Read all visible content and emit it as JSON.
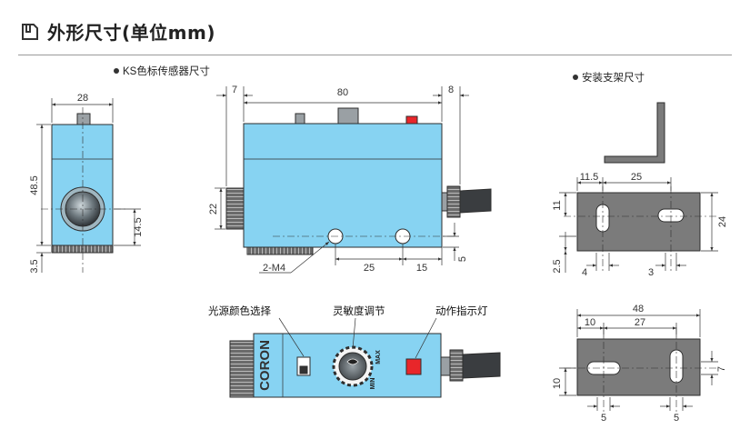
{
  "page": {
    "title": "外形尺寸(单位mm)",
    "sensor_caption": "KS色标传感器尺寸",
    "bracket_caption": "安装支架尺寸"
  },
  "colors": {
    "body": "#87d3f2",
    "body_stroke": "#2e2e2e",
    "bracket_face": "#7b7b7b",
    "led_red": "#e8262a",
    "dim_line": "#333333"
  },
  "icons": [
    "document-icon"
  ],
  "sensor_front": {
    "width": "28",
    "height": "48.5",
    "lens_offset": "14.5",
    "base": "3.5"
  },
  "sensor_side": {
    "dim_left": "7",
    "dim_total": "80",
    "dim_right": "8",
    "dim_height": "22",
    "hole_spacing": "25",
    "hole_right": "15",
    "dim_small": "5",
    "hole_label": "2-M4"
  },
  "sensor_top": {
    "brand": "CORON",
    "knob_max": "MAX",
    "knob_min": "MIN",
    "callouts": {
      "light_color": "光源颜色选择",
      "sensitivity": "灵敏度调节",
      "indicator": "动作指示灯"
    }
  },
  "bracket_top": {
    "dim_left": "11.5",
    "dim_spacing": "25",
    "dim_height": "24",
    "dim_side": "11",
    "dim_bottom": "2.5",
    "dim_slot_width": "4",
    "dim_slot_right": "3"
  },
  "bracket_bottom": {
    "dim_total": "48",
    "dim_left": "10",
    "dim_spacing": "27",
    "dim_height": "10",
    "dim_slot": "7",
    "dim_slot_left": "5",
    "dim_slot_right": "5"
  }
}
